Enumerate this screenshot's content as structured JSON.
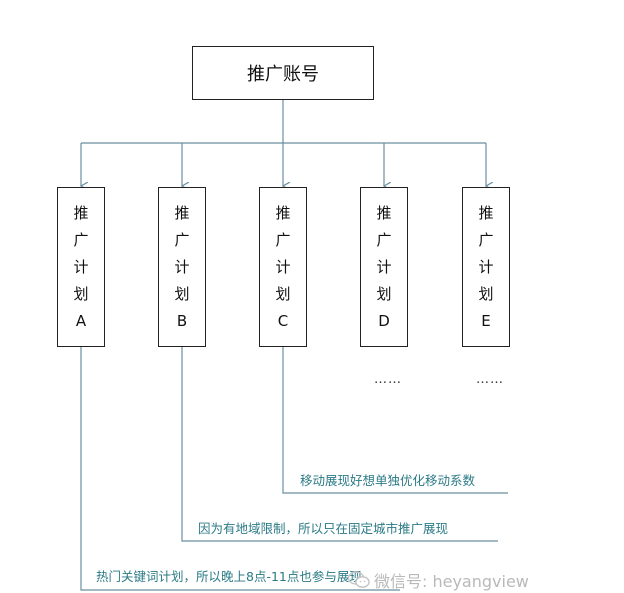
{
  "root": {
    "label": "推广账号"
  },
  "plans": [
    {
      "chars": [
        "推",
        "广",
        "计",
        "划",
        "A"
      ]
    },
    {
      "chars": [
        "推",
        "广",
        "计",
        "划",
        "B"
      ]
    },
    {
      "chars": [
        "推",
        "广",
        "计",
        "划",
        "C"
      ]
    },
    {
      "chars": [
        "推",
        "广",
        "计",
        "划",
        "D"
      ]
    },
    {
      "chars": [
        "推",
        "广",
        "计",
        "划",
        "E"
      ]
    }
  ],
  "ellipsis": [
    "……",
    "……"
  ],
  "notes": {
    "c": "移动展现好想单独优化移动系数",
    "b": "因为有地域限制，所以只在固定城市推广展现",
    "a": "热门关键词计划，所以晚上8点-11点也参与展现"
  },
  "watermark": {
    "text": "微信号: heyangview",
    "icon": "wechat-icon"
  },
  "colors": {
    "connector": "#6a8fa0",
    "box_border": "#222222",
    "note_text": "#2a7a86",
    "watermark": "#b9b9b9"
  }
}
